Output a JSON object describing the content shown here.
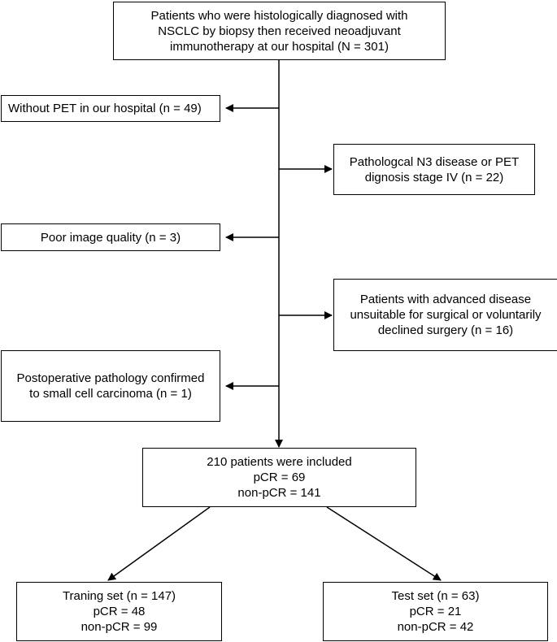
{
  "boxes": {
    "start": {
      "lines": [
        "Patients who were histologically diagnosed with",
        "NSCLC by biopsy then received neoadjuvant",
        "immunotherapy at our hospital (N = 301)"
      ]
    },
    "excl_pet": {
      "lines": [
        "Without PET in our hospital (n = 49)"
      ]
    },
    "excl_n3": {
      "lines": [
        "Pathologcal N3 disease or PET",
        "dignosis stage IV (n = 22)"
      ]
    },
    "excl_quality": {
      "lines": [
        "Poor image quality (n = 3)"
      ]
    },
    "excl_advanced": {
      "lines": [
        "Patients with advanced disease",
        "unsuitable for surgical or voluntarily",
        "declined surgery (n = 16)"
      ]
    },
    "excl_smallcell": {
      "lines": [
        "Postoperative pathology confirmed",
        "to small cell carcinoma (n = 1)"
      ]
    },
    "included": {
      "lines": [
        "210 patients were included",
        "pCR = 69",
        "non-pCR = 141"
      ]
    },
    "training": {
      "lines": [
        "Traning set (n = 147)",
        "pCR = 48",
        "non-pCR = 99"
      ]
    },
    "test": {
      "lines": [
        "Test set (n = 63)",
        "pCR = 21",
        "non-pCR = 42"
      ]
    }
  }
}
